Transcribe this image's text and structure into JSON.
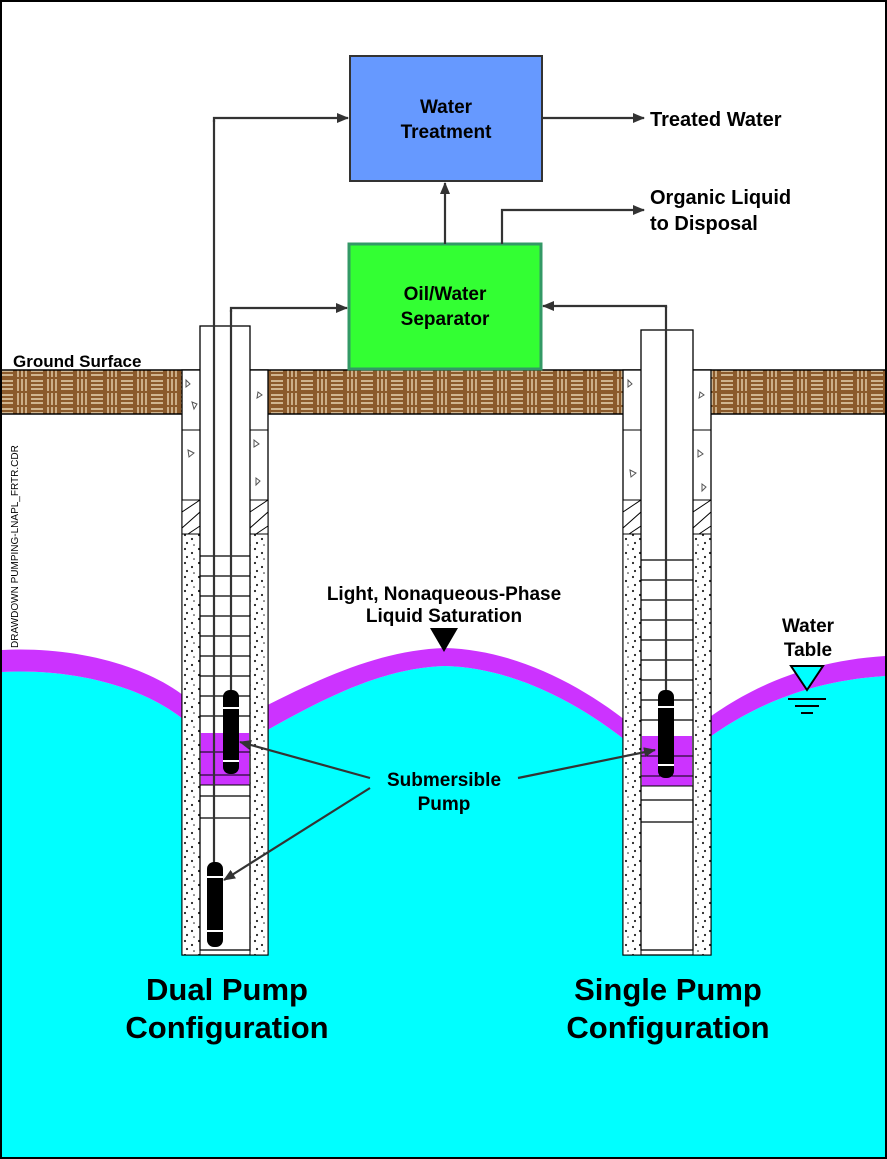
{
  "boxes": {
    "water_treatment": {
      "line1": "Water",
      "line2": "Treatment"
    },
    "separator": {
      "line1": "Oil/Water",
      "line2": "Separator"
    }
  },
  "labels": {
    "treated_water": "Treated Water",
    "organic_liquid_line1": "Organic Liquid",
    "organic_liquid_line2": "to Disposal",
    "ground_surface": "Ground Surface",
    "lnapl_line1": "Light, Nonaqueous-Phase",
    "lnapl_line2": "Liquid Saturation",
    "water_table_line1": "Water",
    "water_table_line2": "Table",
    "pump_line1": "Submersible",
    "pump_line2": "Pump",
    "side_label": "DRAWDOWN PUMPING-LNAPL_FRTR.CDR"
  },
  "configs": {
    "dual_line1": "Dual Pump",
    "dual_line2": "Configuration",
    "single_line1": "Single Pump",
    "single_line2": "Configuration"
  },
  "colors": {
    "water": "#00ffff",
    "lnapl": "#cc33ff",
    "ground": "#8b5a2b",
    "water_treatment_box": "#6699ff",
    "separator_box": "#33ff33",
    "separator_border": "#339966"
  }
}
